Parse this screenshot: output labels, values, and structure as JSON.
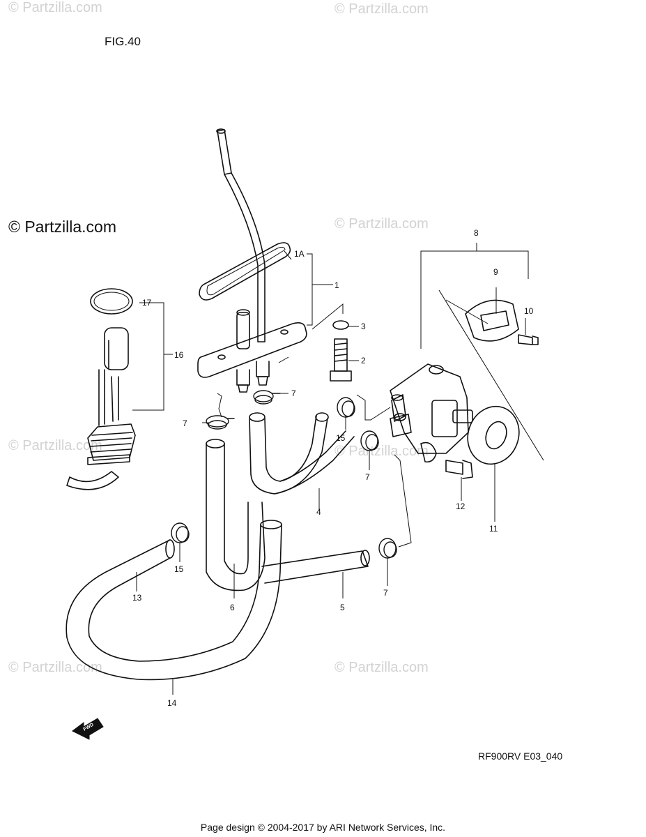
{
  "figure": {
    "title": "FIG.40",
    "diagram_code": "RF900RV E03_040"
  },
  "watermarks": {
    "text": "© Partzilla.com",
    "prominent": "© Partzilla.com"
  },
  "callouts": [
    "1A",
    "1",
    "2",
    "3",
    "4",
    "5",
    "6",
    "7",
    "7",
    "7",
    "7",
    "8",
    "9",
    "10",
    "11",
    "12",
    "13",
    "14",
    "15",
    "15",
    "16",
    "17"
  ],
  "fwd_label": "FWD",
  "footer": {
    "copyright": "Page design © 2004-2017 by ARI Network Services, Inc."
  }
}
